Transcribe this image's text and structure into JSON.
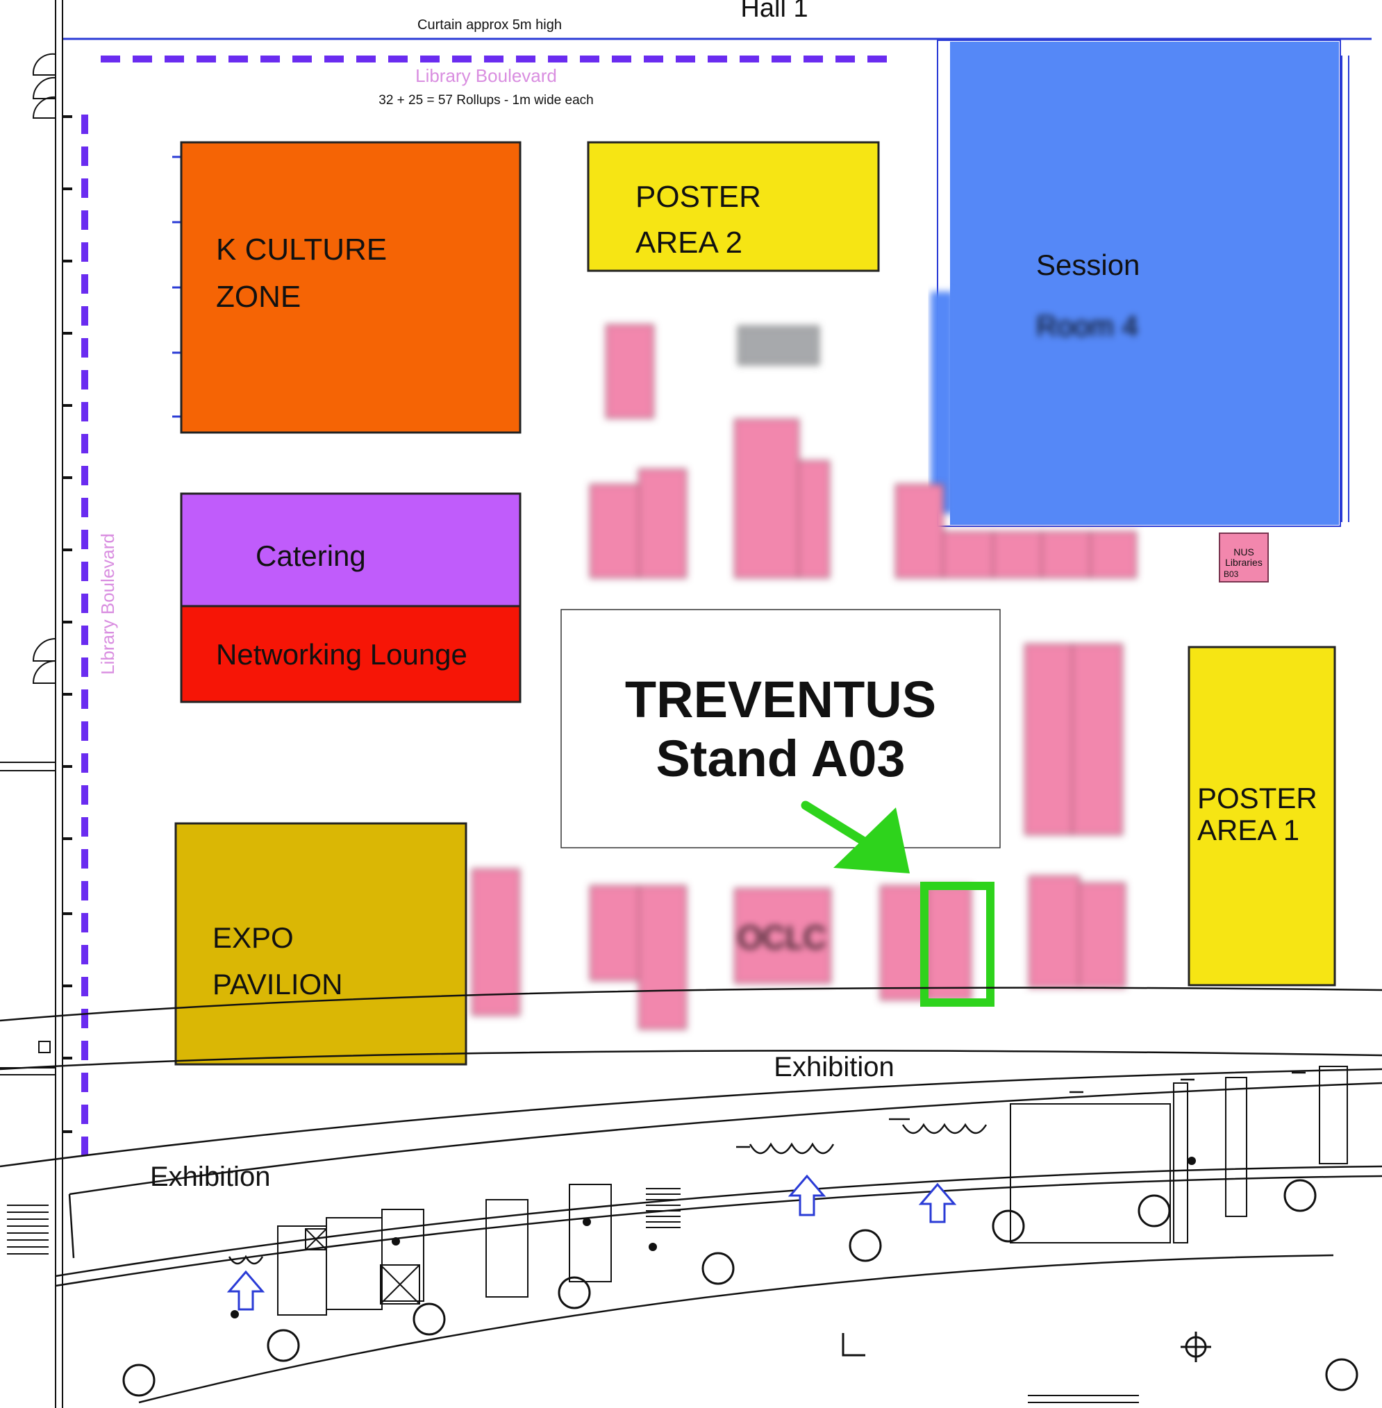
{
  "hall": {
    "title": "Hall 1",
    "curtain_note": "Curtain approx 5m high"
  },
  "boulevard": {
    "name_top": "Library Boulevard",
    "name_side": "Library Boulevard",
    "rollups_note": "32 + 25 = 57 Rollups - 1m wide each",
    "color": "#6a2cf0",
    "label_color": "#d98ee0"
  },
  "zones": {
    "k_culture": {
      "line1": "K CULTURE",
      "line2": "ZONE",
      "color": "#f56405"
    },
    "poster2": {
      "line1": "POSTER",
      "line2": "AREA 2",
      "color": "#f6e514"
    },
    "session": {
      "line1": "Session",
      "line2": "Room 4",
      "color": "#5588f7"
    },
    "catering": {
      "label": "Catering",
      "color": "#c05cfb"
    },
    "networking": {
      "label": "Networking Lounge",
      "color": "#f61506"
    },
    "expo": {
      "line1": "EXPO",
      "line2": "PAVILION",
      "color": "#dab705"
    },
    "poster1": {
      "line1": "POSTER",
      "line2": "AREA 1",
      "color": "#f6e514"
    }
  },
  "stands": {
    "color": "#f287ad",
    "nus": {
      "line1": "NUS",
      "line2": "Libraries",
      "line3": "B03"
    },
    "oclc": "OCLC"
  },
  "callout": {
    "line1": "TREVENTUS",
    "line2": "Stand A03",
    "highlight_color": "#2ed31c"
  },
  "exhibition": {
    "label_right": "Exhibition",
    "label_left": "Exhibition"
  },
  "icons": {
    "entrance": "up-arrow-icon",
    "compass": "crosshair-icon"
  }
}
